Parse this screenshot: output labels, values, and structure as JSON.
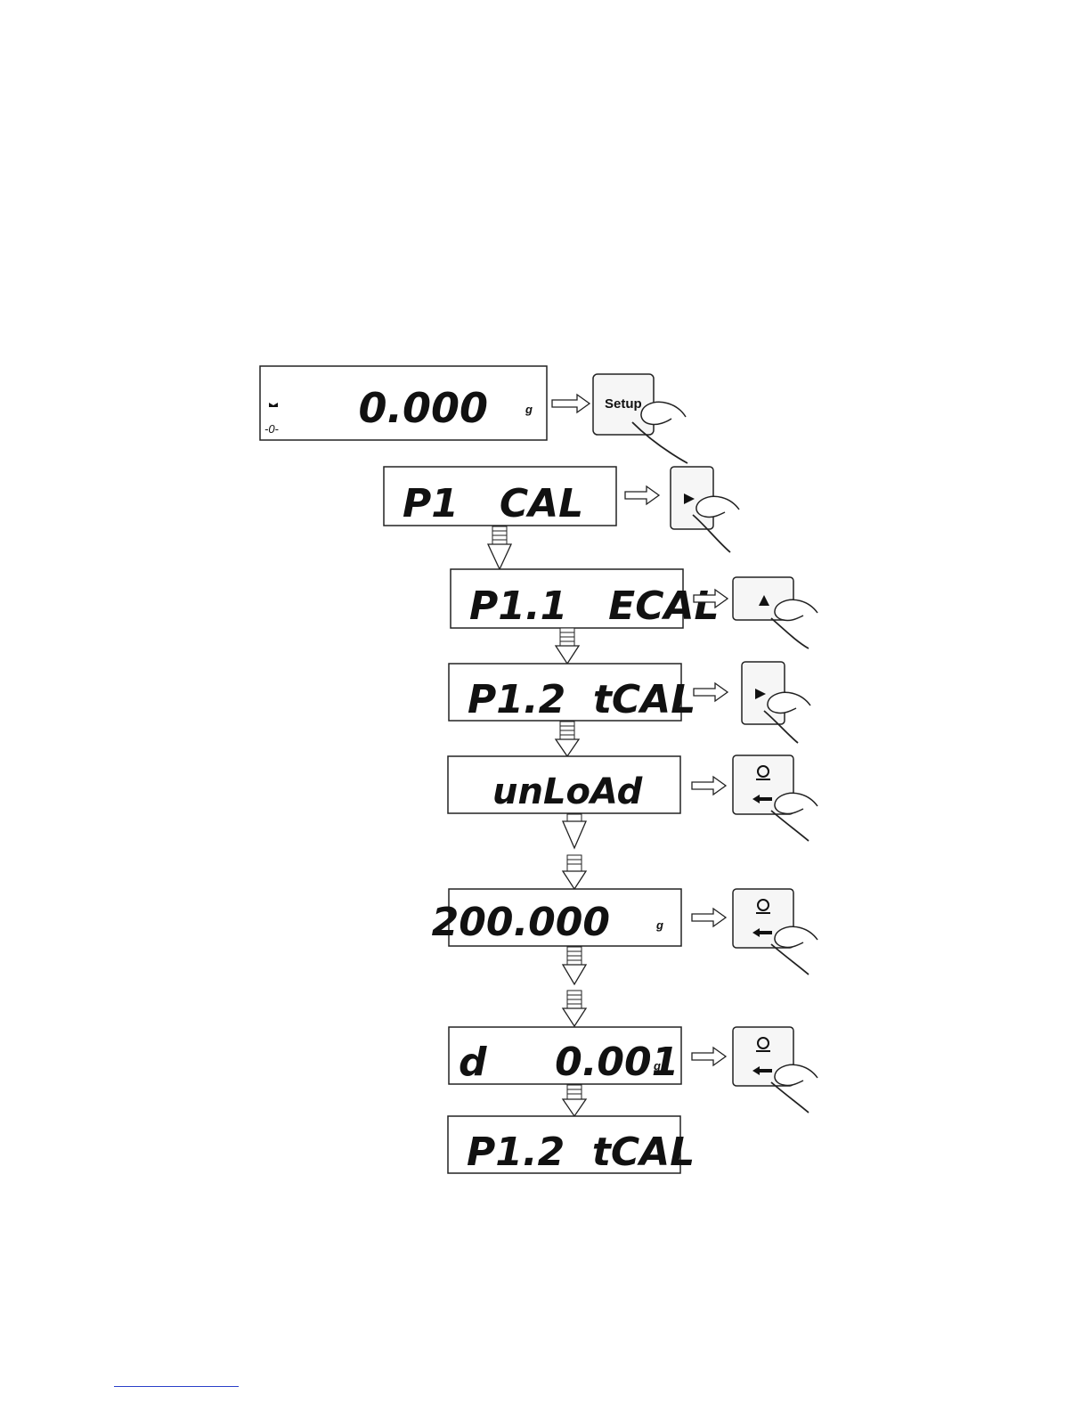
{
  "initial_display": {
    "value": "0.000",
    "unit": "g",
    "zero_indicator": "-0-"
  },
  "setup_key_label": "Setup",
  "steps": [
    {
      "id": "p1-cal",
      "display": "P1   CAL",
      "unit": "",
      "key": "right-arrow"
    },
    {
      "id": "p1-1-ecal",
      "display": "P1.1   ECAL",
      "unit": "",
      "key": "up-arrow"
    },
    {
      "id": "p1-2-tcal",
      "display": "P1.2  tCAL",
      "unit": "",
      "key": "right-arrow"
    },
    {
      "id": "unload",
      "display": "unLoAd",
      "unit": "",
      "key": "enter"
    },
    {
      "id": "mass-200",
      "display": "200.000",
      "unit": "g",
      "key": "enter"
    },
    {
      "id": "d-0-001",
      "display": "d     0.001",
      "unit": "g",
      "key": "enter"
    },
    {
      "id": "p1-2-tcal-final",
      "display": "P1.2  tCAL",
      "unit": "",
      "key": ""
    }
  ]
}
